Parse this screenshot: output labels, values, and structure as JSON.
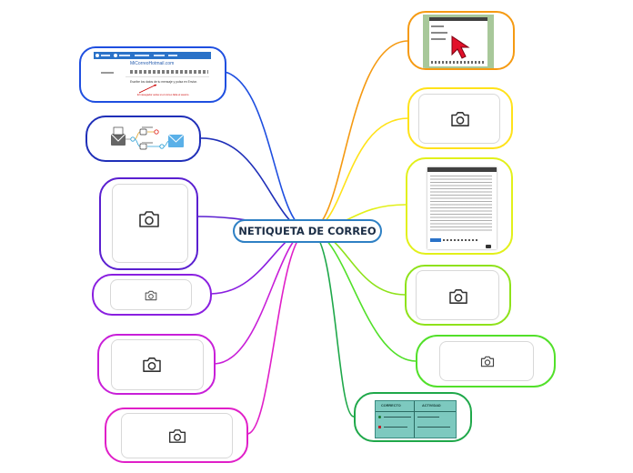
{
  "central_topic": "NETIQUETA DE CORREO",
  "branch_colors": {
    "blue": "#1f4fe0",
    "navy": "#1f2fb8",
    "violet": "#5a1fd0",
    "purple": "#8a1fe0",
    "magenta": "#c81fd8",
    "pink": "#e01fc8",
    "orange": "#f59a12",
    "yellow": "#ffe21a",
    "lime": "#e2f01a",
    "green": "#8ee21a",
    "green2": "#52e02a",
    "darkgreen": "#1fa84a"
  },
  "email_screenshot": {
    "logo_text": "MiCorreoHotmail.com",
    "body_text": "Escribe los datos de tu mensaje y pulsa en Enviar.",
    "note_text": "El navegador avisa si el correo falta el asunto"
  },
  "table_thumbnail": {
    "col_right": "ACTIVIDAD",
    "col_left": "CORRECTO"
  },
  "placeholder_icon": "camera-icon",
  "pointer_icon": "cursor-arrow-icon"
}
